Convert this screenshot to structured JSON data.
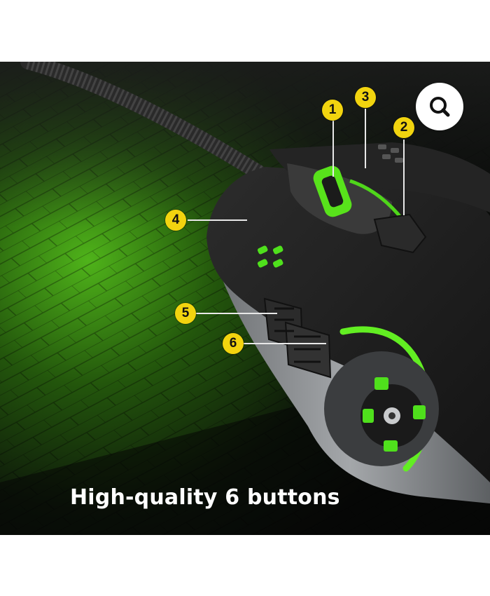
{
  "caption": "High-quality 6 buttons",
  "callouts": [
    "1",
    "2",
    "3",
    "4",
    "5",
    "6"
  ],
  "zoom": {
    "icon": "search-icon"
  },
  "colors": {
    "accent_green": "#5fe21a",
    "callout_yellow": "#f2d40f",
    "mouse_body": "#1c1c1c",
    "mouse_side": "#8a8d90"
  }
}
